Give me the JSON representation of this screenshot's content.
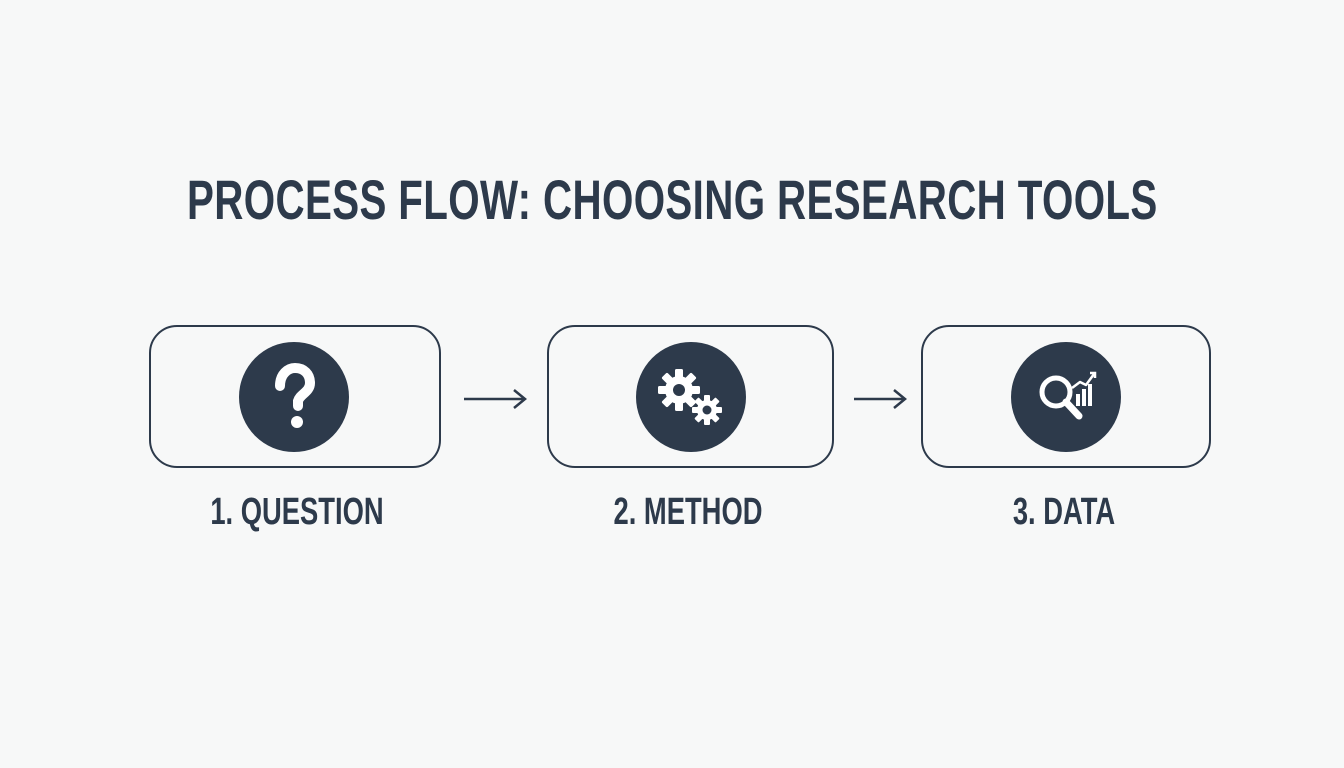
{
  "title": "PROCESS FLOW: CHOOSING RESEARCH TOOLS",
  "steps": [
    {
      "label": "1. QUESTION",
      "icon": "question-mark-icon"
    },
    {
      "label": "2. METHOD",
      "icon": "gears-icon"
    },
    {
      "label": "3. DATA",
      "icon": "magnifier-chart-icon"
    }
  ],
  "colors": {
    "background": "#f7f8f8",
    "primary": "#2d3a4b",
    "icon_foreground": "#ffffff"
  }
}
